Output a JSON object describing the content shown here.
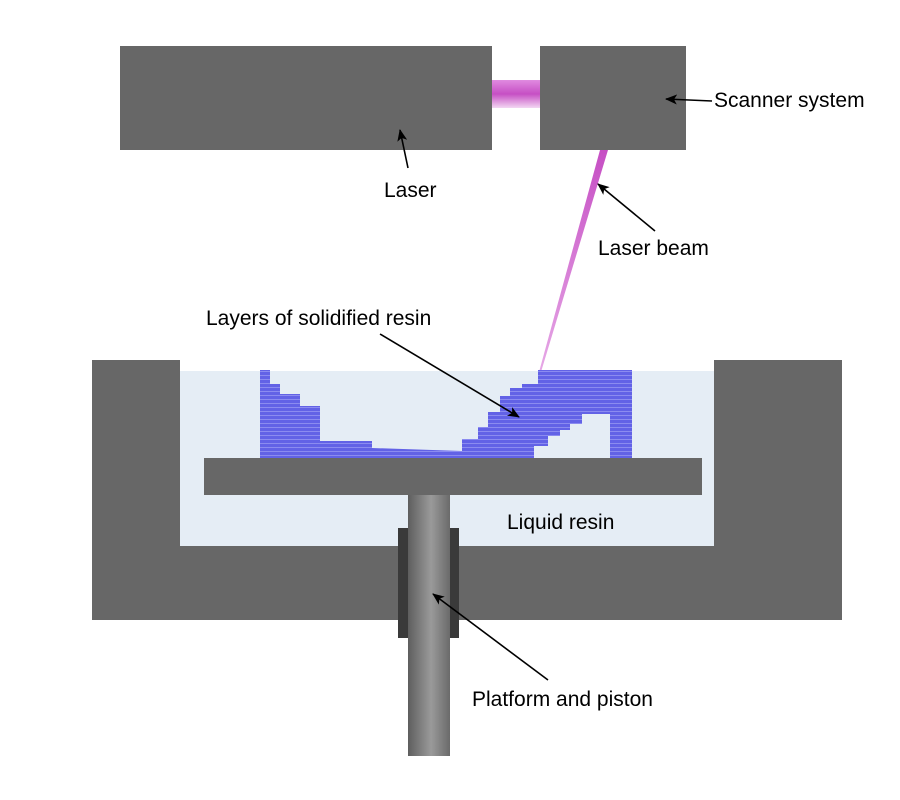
{
  "labels": {
    "scanner": "Scanner system",
    "laser": "Laser",
    "laser_beam": "Laser beam",
    "layers": "Layers of solidified resin",
    "liquid": "Liquid resin",
    "platform": "Platform and piston"
  },
  "colors": {
    "housing": "#676767",
    "resin_liquid": "#e5edf5",
    "resin_solid": "#6262e6",
    "resin_solid_line": "#8b8bf0",
    "beam": "#c64fc4",
    "seal": "#3a3a3a"
  }
}
